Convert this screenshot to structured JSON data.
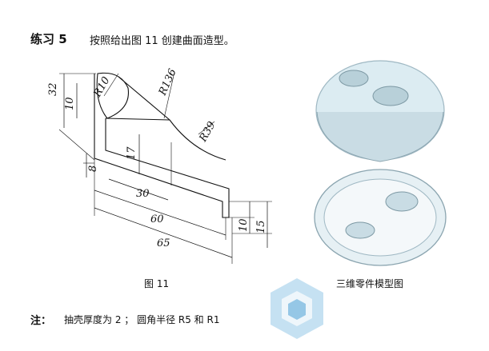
{
  "header": {
    "exercise_label": "练习 5",
    "instruction": "按照给出图 11 创建曲面造型。"
  },
  "figure": {
    "caption": "图 11",
    "dimensions": {
      "d32": "32",
      "d10a": "10",
      "r10": "R10",
      "r136": "R136",
      "r39": "R39",
      "d17": "17",
      "d8": "8",
      "d30": "30",
      "d60": "60",
      "d65": "65",
      "d10b": "10",
      "d15": "15"
    }
  },
  "model_caption": "三维零件模型图",
  "note": {
    "label": "注：",
    "text": "抽壳厚度为 2 ； 圆角半径 R5 和 R1"
  },
  "colors": {
    "model_top": "#dcecf2",
    "model_edge": "#9fb8c3",
    "logo": "#5aa9d9"
  }
}
